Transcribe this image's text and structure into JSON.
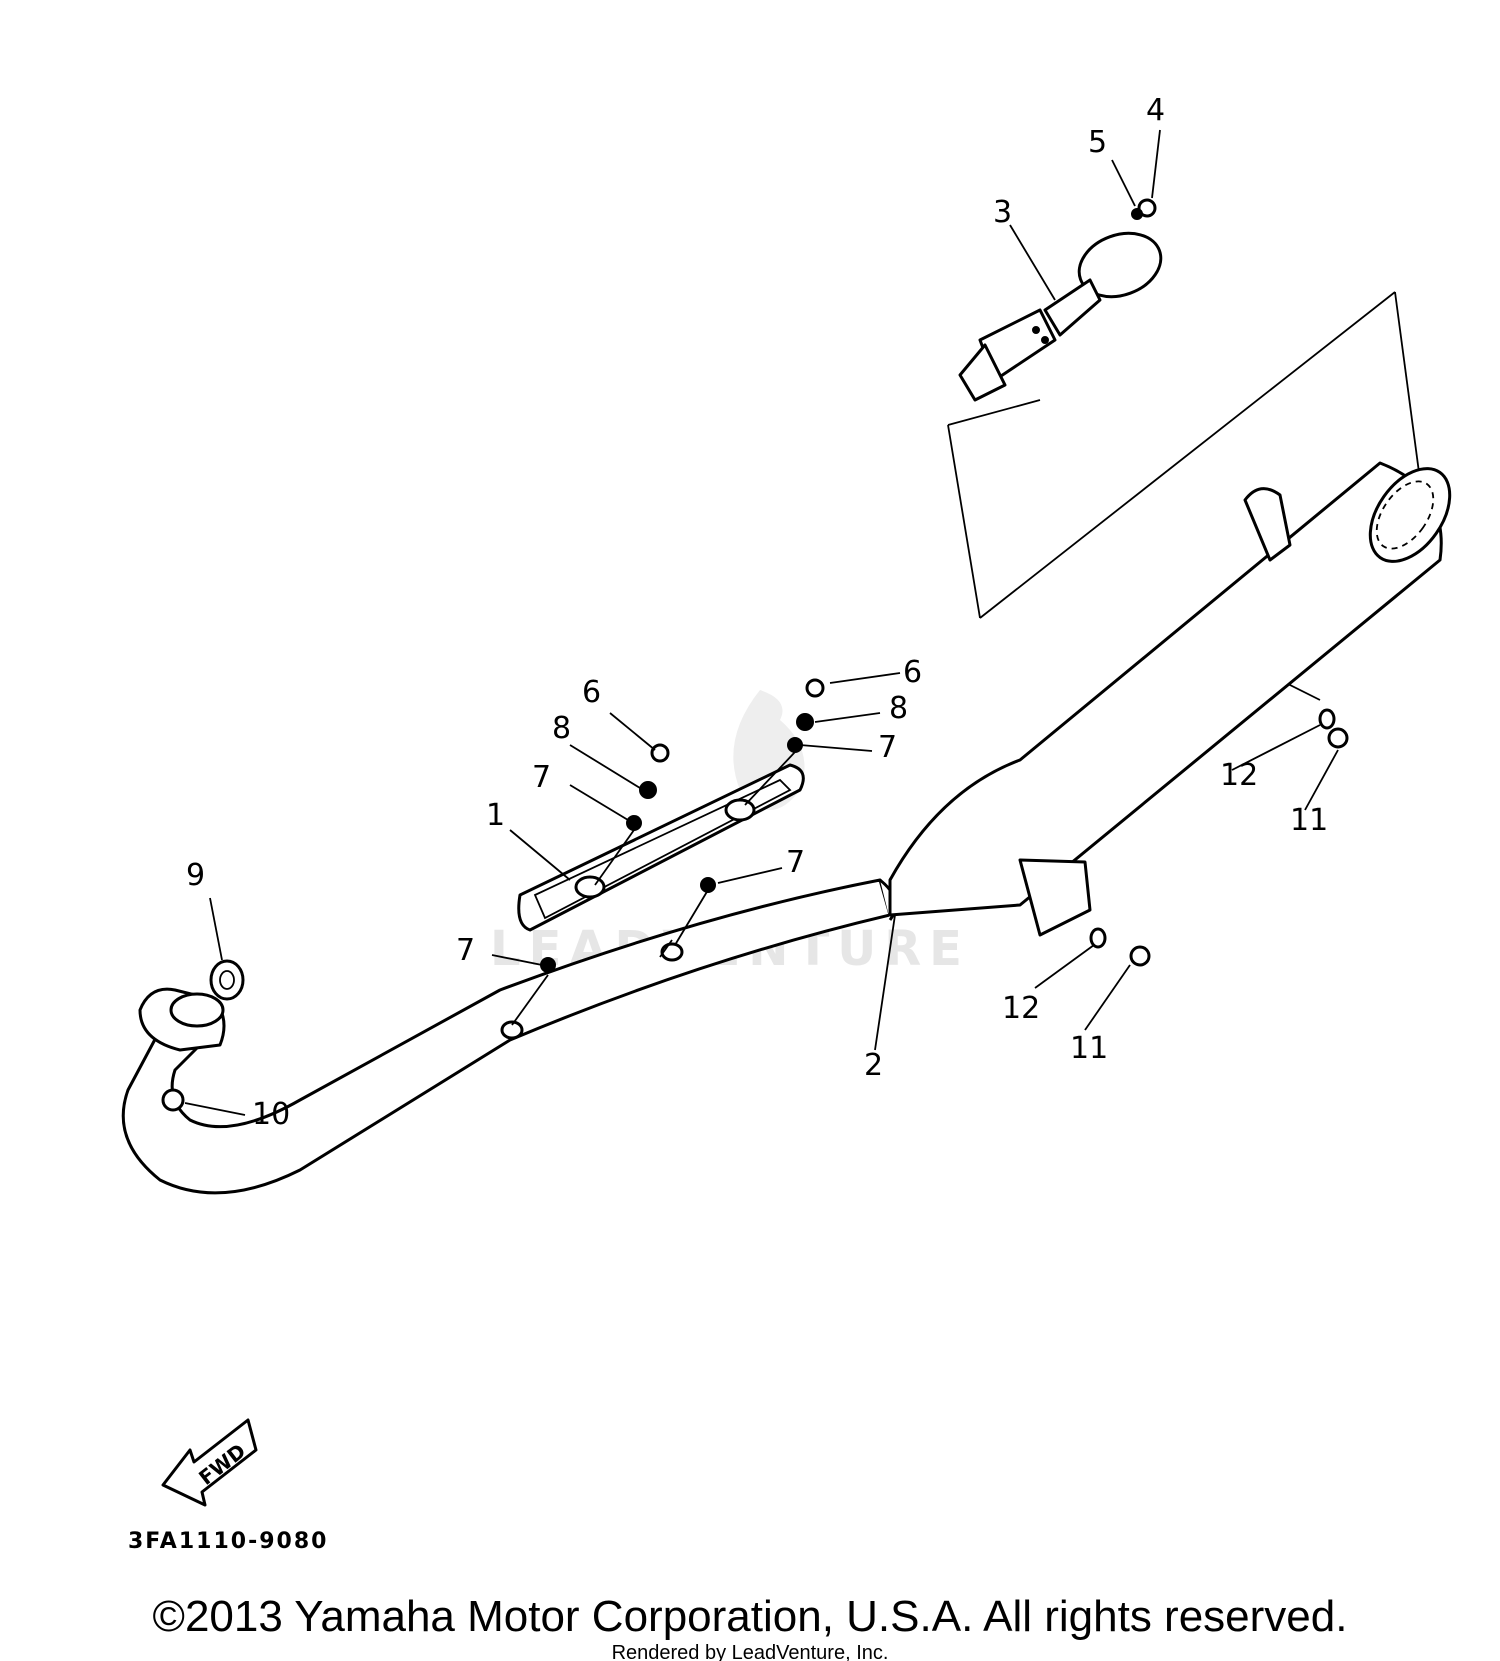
{
  "diagram": {
    "callouts": {
      "c1": "1",
      "c2": "2",
      "c3": "3",
      "c4": "4",
      "c5": "5",
      "c6a": "6",
      "c6b": "6",
      "c7a": "7",
      "c7b": "7",
      "c7c": "7",
      "c7d": "7",
      "c8a": "8",
      "c8b": "8",
      "c9": "9",
      "c10": "10",
      "c11a": "11",
      "c11b": "11",
      "c12a": "12",
      "c12b": "12"
    },
    "fwd_label": "FWD",
    "diagram_code": "3FA1110-9080",
    "watermark": "LEADVENTURE"
  },
  "footer": {
    "copyright": "©2013 Yamaha Motor Corporation, U.S.A. All rights reserved.",
    "rendered_by": "Rendered by LeadVenture, Inc."
  }
}
